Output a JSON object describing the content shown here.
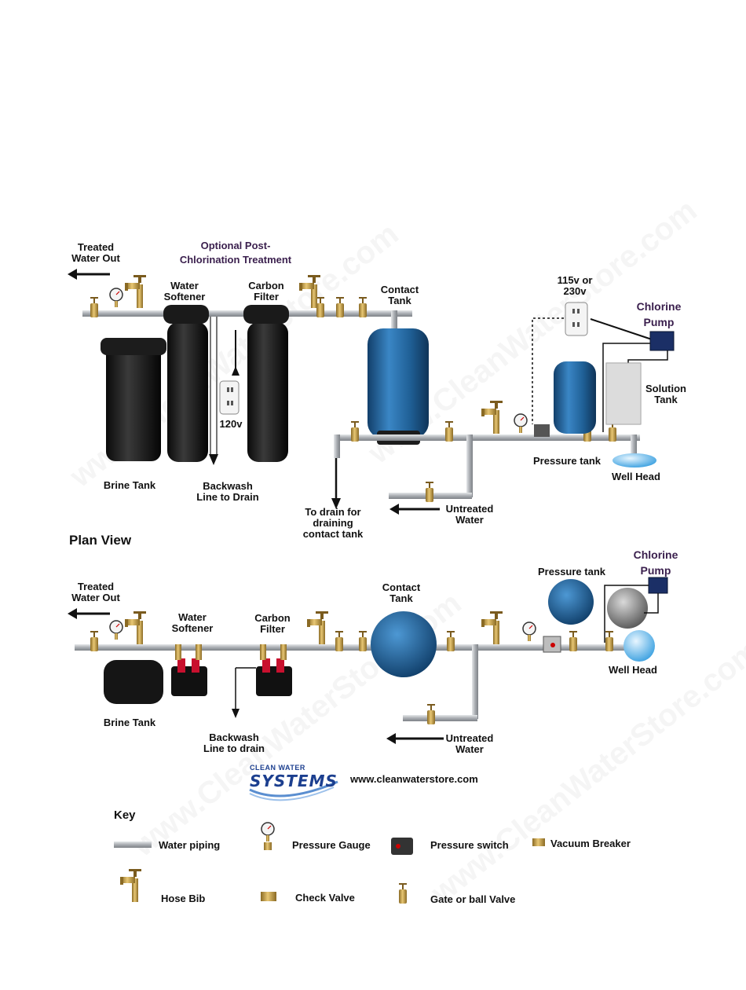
{
  "elevation": {
    "treated_water_out": "Treated\nWater Out",
    "post_chlorination": "Optional Post-\nChlorination Treatment",
    "water_softener": "Water\nSoftener",
    "carbon_filter": "Carbon\nFilter",
    "contact_tank": "Contact\nTank",
    "outlet_voltage": "115v or\n230v",
    "chlorine_pump": "Chlorine\nPump",
    "solution_tank": "Solution\nTank",
    "filter_outlet_voltage": "120v",
    "brine_tank": "Brine Tank",
    "backwash": "Backwash\nLine to Drain",
    "pressure_tank": "Pressure tank",
    "well_head": "Well Head",
    "drain_contact": "To drain for\ndraining\ncontact tank",
    "untreated_water": "Untreated\nWater"
  },
  "plan": {
    "title": "Plan View",
    "treated_water_out": "Treated\nWater Out",
    "water_softener": "Water\nSoftener",
    "carbon_filter": "Carbon\nFilter",
    "contact_tank": "Contact\nTank",
    "pressure_tank": "Pressure tank",
    "chlorine_pump": "Chlorine\nPump",
    "well_head": "Well Head",
    "brine_tank": "Brine Tank",
    "backwash": "Backwash\nLine to drain",
    "untreated_water": "Untreated\nWater"
  },
  "logo": {
    "top_text": "CLEAN WATER",
    "main_text": "SYSTEMS",
    "website": "www.cleanwaterstore.com"
  },
  "key": {
    "title": "Key",
    "water_piping": "Water piping",
    "pressure_gauge": "Pressure Gauge",
    "pressure_switch": "Pressure switch",
    "vacuum_breaker": "Vacuum Breaker",
    "hose_bib": "Hose Bib",
    "check_valve": "Check Valve",
    "gate_valve": "Gate or ball Valve"
  },
  "watermark": "www.CleanWaterStore.com",
  "colors": {
    "pipe": "#b9bcc0",
    "brass": "#c9a24a",
    "tank_blue": "#1f5f95",
    "arrow": "#111111"
  }
}
